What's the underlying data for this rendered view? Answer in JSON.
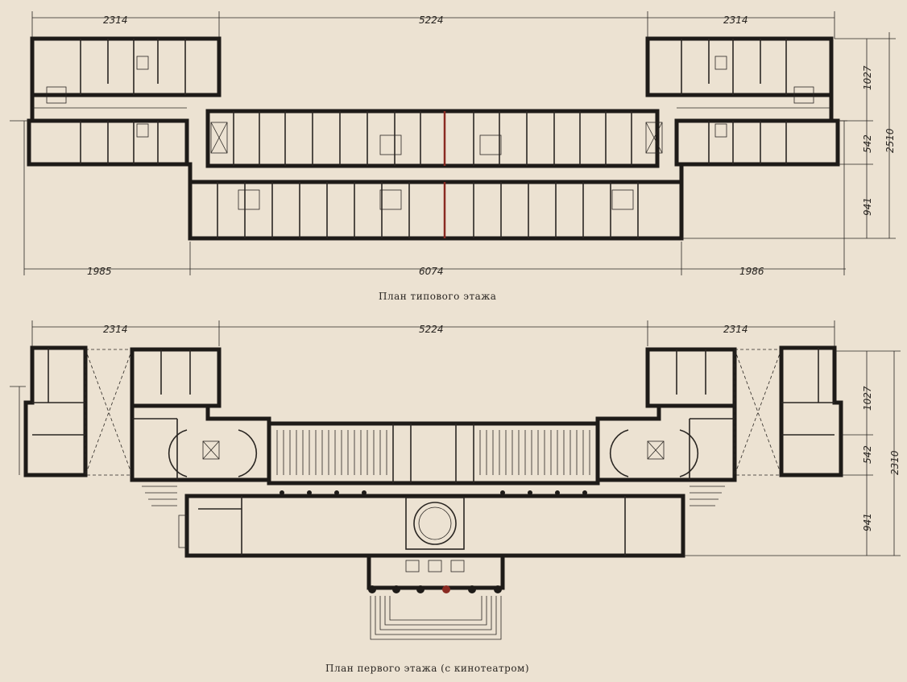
{
  "typical_floor": {
    "caption": "План типового этажа",
    "dims": {
      "top_left": "2314",
      "top_center": "5224",
      "top_right": "2314",
      "bottom_left": "1985",
      "bottom_center": "6074",
      "bottom_right": "1986",
      "right_upper": "1027",
      "right_middle": "542",
      "right_lower": "941",
      "right_total": "2510"
    }
  },
  "first_floor": {
    "caption": "План первого этажа (с кинотеатром)",
    "dims": {
      "top_left": "2314",
      "top_center": "5224",
      "top_right": "2314",
      "right_upper": "1027",
      "right_middle": "542",
      "right_lower": "941",
      "right_total": "2310"
    }
  },
  "colors": {
    "paper": "#ece2d2",
    "ink": "#1e1b18",
    "accent": "#8a2a22"
  }
}
